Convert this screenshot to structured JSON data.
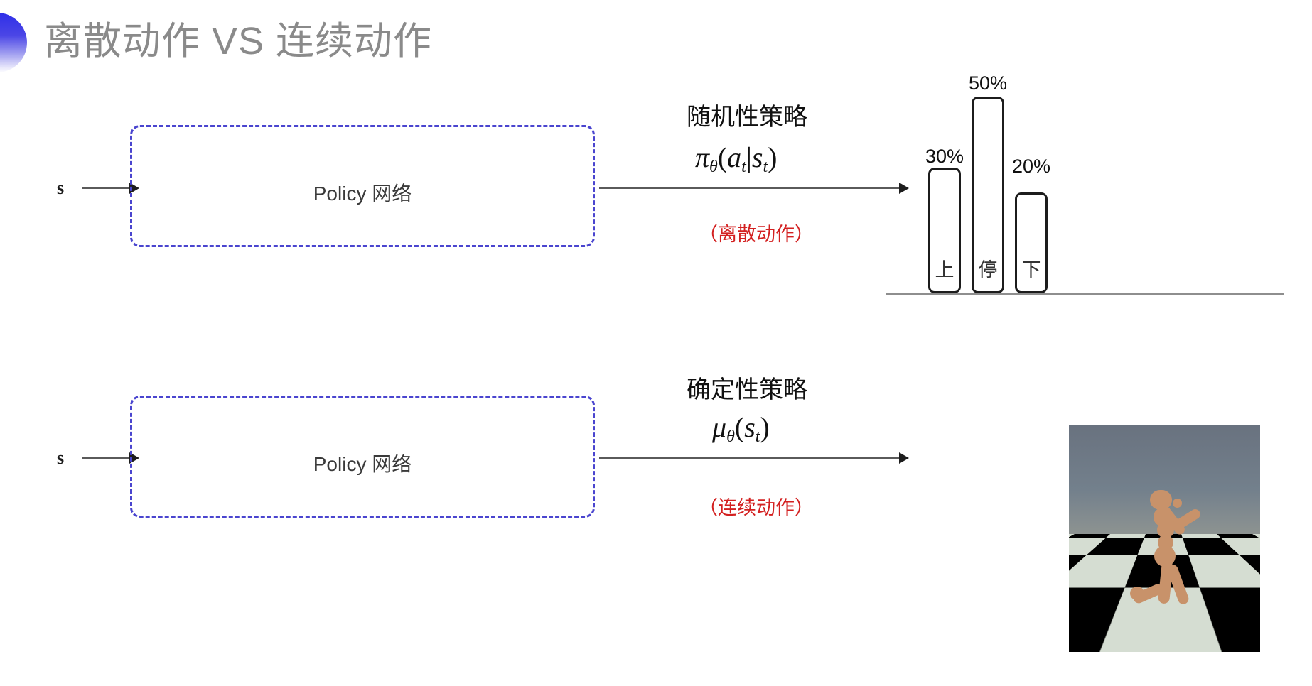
{
  "slide": {
    "title": "离散动作 VS 连续动作",
    "bullet_icon": "half-circle-bullet",
    "accent_color": "#4a45cf",
    "title_color": "#8a8a8a",
    "note_color": "#d32020"
  },
  "rows": [
    {
      "id": "discrete",
      "state_label": "s",
      "policy_label": "Policy 网络",
      "annotation_title": "随机性策略",
      "formula": {
        "main": "π",
        "main_sub": "θ",
        "open": "(",
        "arg1": "a",
        "arg1_sub": "t",
        "bar": "|",
        "arg2": "s",
        "arg2_sub": "t",
        "close": ")",
        "plain": "π_θ(a_t|s_t)"
      },
      "note": "（离散动作）",
      "output_kind": "bar-chart"
    },
    {
      "id": "continuous",
      "state_label": "s",
      "policy_label": "Policy 网络",
      "annotation_title": "确定性策略",
      "formula": {
        "main": "μ",
        "main_sub": "θ",
        "open": "(",
        "arg1": "s",
        "arg1_sub": "t",
        "close": ")",
        "plain": "μ_θ(s_t)"
      },
      "note": "（连续动作）",
      "output_kind": "humanoid-sim-image"
    }
  ],
  "chart_data": {
    "type": "bar",
    "title": "",
    "categories": [
      "上",
      "停",
      "下"
    ],
    "values": [
      30,
      50,
      20
    ],
    "value_labels": [
      "30%",
      "50%",
      "20%"
    ],
    "xlabel": "",
    "ylabel": "",
    "ylim": [
      0,
      60
    ],
    "grid": false,
    "legend": "none",
    "bar_style": {
      "fill": "#ffffff",
      "stroke": "#1c1c1c",
      "rounded": true
    }
  },
  "sim_image": {
    "caption": "",
    "description": "humanoid-robot-checkerboard-floor"
  }
}
